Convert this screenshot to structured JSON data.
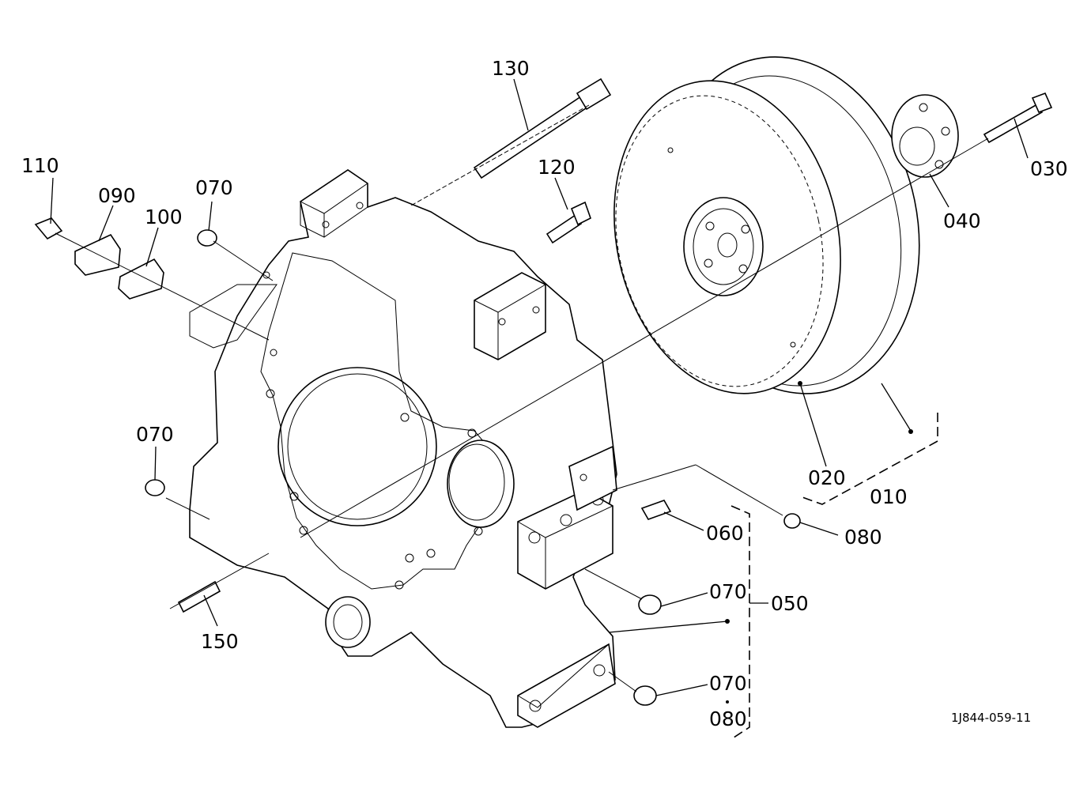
{
  "diagram": {
    "drawing_code": "1J844-059-11",
    "labels": {
      "p010": "010",
      "p020": "020",
      "p030": "030",
      "p040": "040",
      "p050": "050",
      "p060": "060",
      "p070a": "070",
      "p070b": "070",
      "p070c": "070",
      "p070d": "070",
      "p080a": "080",
      "p080b": "080",
      "p090": "090",
      "p100": "100",
      "p110": "110",
      "p120": "120",
      "p130": "130",
      "p150": "150"
    }
  }
}
